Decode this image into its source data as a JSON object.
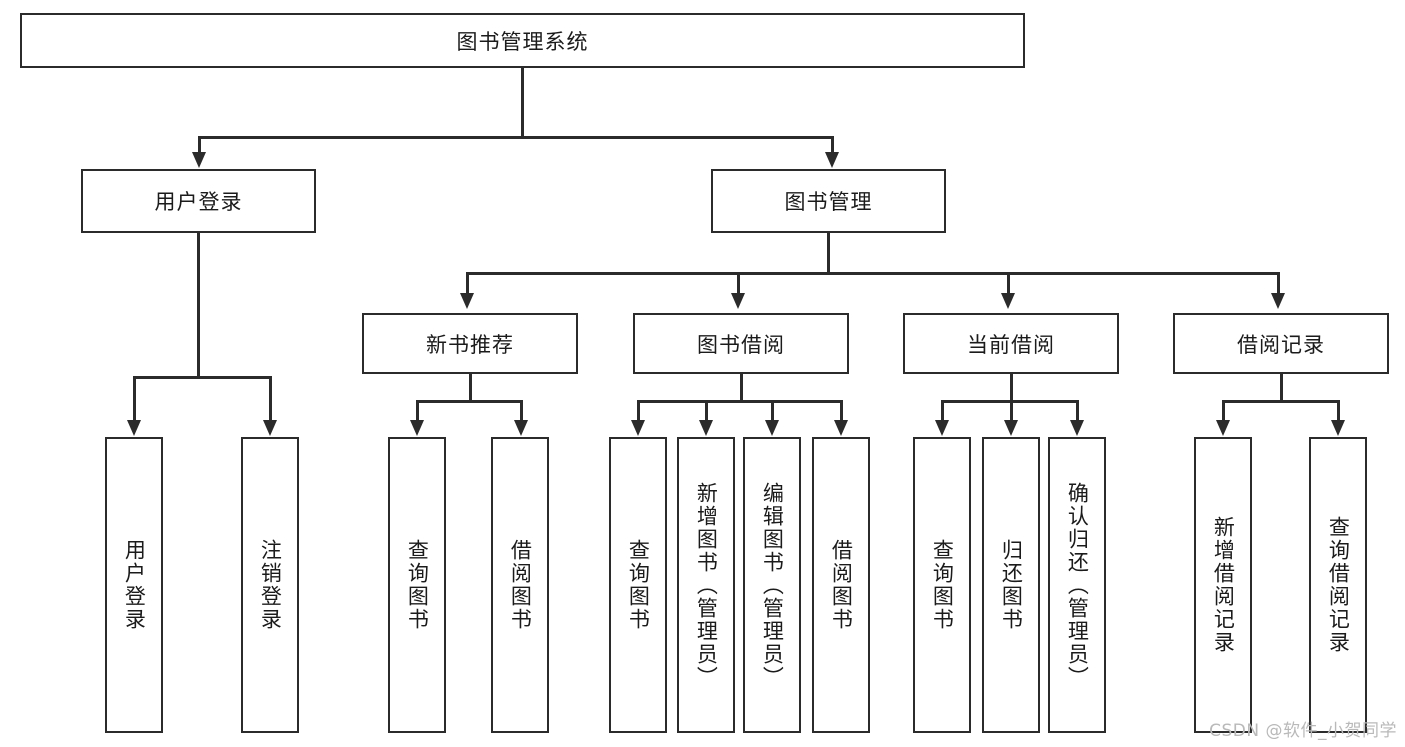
{
  "diagram": {
    "title": "图书管理系统",
    "type": "tree",
    "root": {
      "label": "图书管理系统",
      "children": [
        {
          "label": "用户登录",
          "children": [
            {
              "label": "用户登录"
            },
            {
              "label": "注销登录"
            }
          ]
        },
        {
          "label": "图书管理",
          "children": [
            {
              "label": "新书推荐",
              "children": [
                {
                  "label": "查询图书"
                },
                {
                  "label": "借阅图书"
                }
              ]
            },
            {
              "label": "图书借阅",
              "children": [
                {
                  "label": "查询图书"
                },
                {
                  "label": "新增图书（管理员）"
                },
                {
                  "label": "编辑图书（管理员）"
                },
                {
                  "label": "借阅图书"
                }
              ]
            },
            {
              "label": "当前借阅",
              "children": [
                {
                  "label": "查询图书"
                },
                {
                  "label": "归还图书"
                },
                {
                  "label": "确认归还（管理员）"
                }
              ]
            },
            {
              "label": "借阅记录",
              "children": [
                {
                  "label": "新增借阅记录"
                },
                {
                  "label": "查询借阅记录"
                }
              ]
            }
          ]
        }
      ]
    }
  },
  "nodes": {
    "root": "图书管理系统",
    "l1": {
      "user_login": "用户登录",
      "book_manage": "图书管理"
    },
    "l2": {
      "new_book_rec": "新书推荐",
      "book_borrow": "图书借阅",
      "current_borrow": "当前借阅",
      "borrow_record": "借阅记录"
    },
    "leaves": {
      "user_login_1": "用户登录",
      "user_login_2": "注销登录",
      "rec_1": "查询图书",
      "rec_2": "借阅图书",
      "borrow_1": "查询图书",
      "borrow_2": "新增图书（管理员）",
      "borrow_3": "编辑图书（管理员）",
      "borrow_4": "借阅图书",
      "cur_1": "查询图书",
      "cur_2": "归还图书",
      "cur_3": "确认归还（管理员）",
      "rec2_1": "新增借阅记录",
      "rec2_2": "查询借阅记录"
    }
  },
  "watermark": "CSDN @软件_小贺同学",
  "colors": {
    "stroke": "#2b2b2b",
    "fill": "#ffffff",
    "text": "#1b1b1b",
    "watermark": "#b9b9b9"
  }
}
